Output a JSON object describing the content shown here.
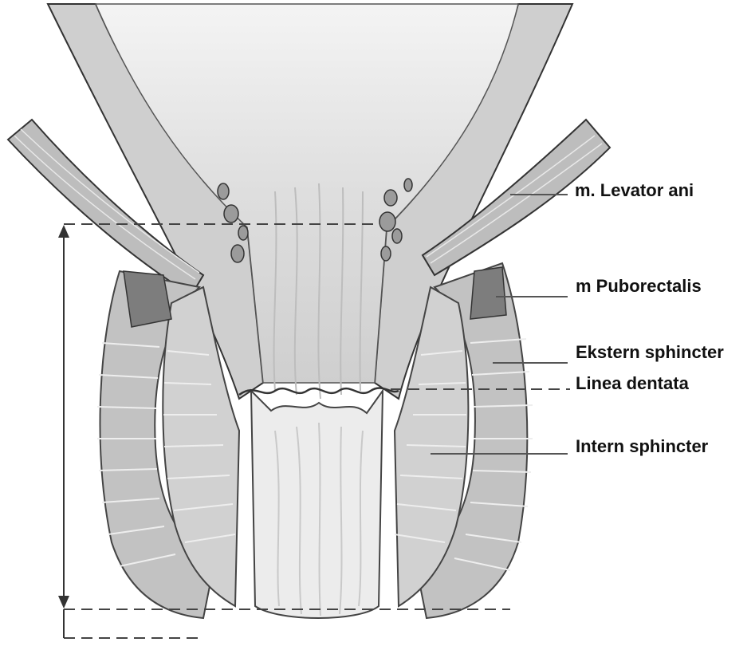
{
  "labels": {
    "levator_ani": "m. Levator ani",
    "puborectalis": "m Puborectalis",
    "ekstern_sphincter": "Ekstern sphincter",
    "linea_dentata": "Linea dentata",
    "intern_sphincter": "Intern sphincter"
  },
  "colors": {
    "background": "#ffffff",
    "muscle_light": "#c9c9c9",
    "muscle_mid": "#a8a8a8",
    "muscle_dark": "#7c7c7c",
    "canal": "#e6e6e6",
    "outline": "#333333",
    "leader_line": "#555555"
  }
}
